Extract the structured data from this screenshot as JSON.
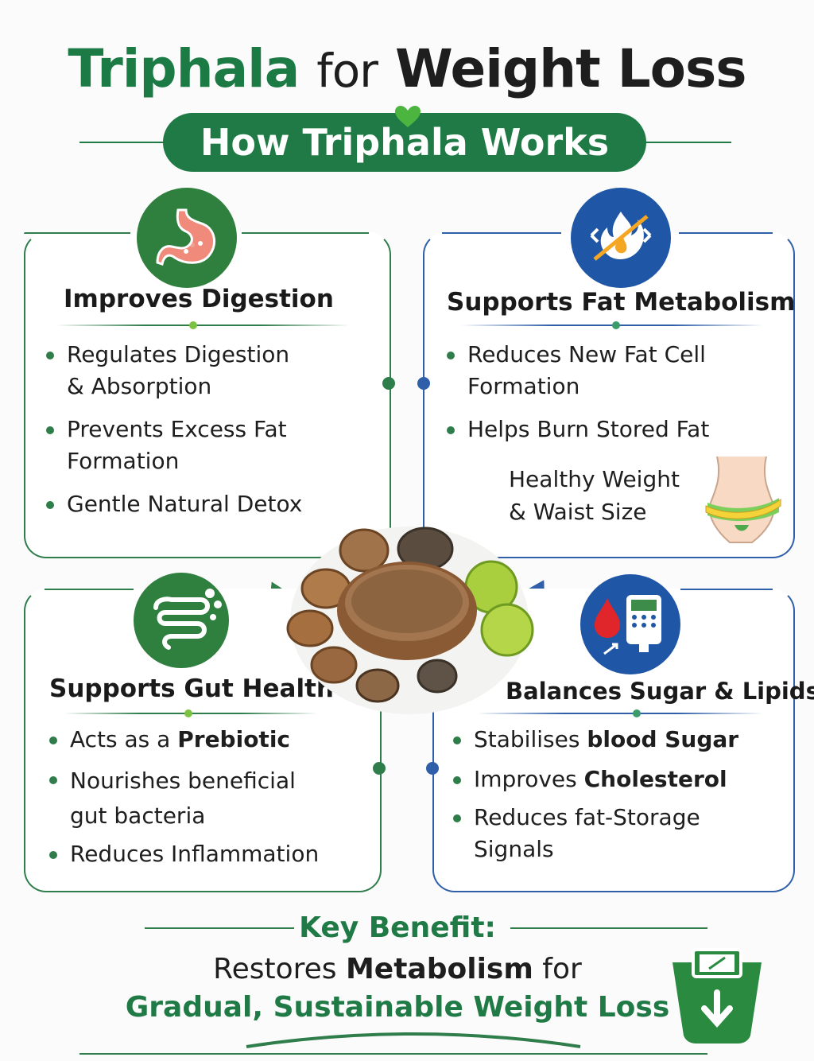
{
  "header": {
    "title_part1": "Triphala",
    "title_part2": "for",
    "title_part3": "Weight Loss",
    "subtitle": "How Triphala Works"
  },
  "cards": {
    "digestion": {
      "title": "Improves Digestion",
      "bullets": [
        "Regulates Digestion",
        "& Absorption",
        "Prevents Excess Fat",
        "Formation",
        "Gentle Natural Detox"
      ]
    },
    "fat": {
      "title": "Supports Fat Metabolism",
      "bullets": [
        "Reduces New Fat Cell",
        "Formation",
        "Helps Burn Stored Fat"
      ],
      "extra": [
        "Healthy Weight",
        "& Waist Size"
      ]
    },
    "gut": {
      "title": "Supports Gut Health",
      "b1_pre": "Acts as a ",
      "b1_bold": "Prebiotic",
      "b2": [
        "Nourishes beneficial",
        "gut bacteria"
      ],
      "b3": "Reduces Inflammation"
    },
    "sugar": {
      "title": "Balances Sugar & Lipids",
      "b1_pre": "Stabilises ",
      "b1_bold": "blood Sugar",
      "b2_pre": "Improves ",
      "b2_bold": "Cholesterol",
      "b3": [
        "Reduces fat-Storage",
        "Signals"
      ]
    }
  },
  "footer": {
    "key_title": "Key Benefit:",
    "line1_pre": "Restores ",
    "line1_bold": "Metabolism",
    "line1_post": " for",
    "line2": "Gradual, Sustainable Weight Loss"
  },
  "colors": {
    "green": "#1f7a45",
    "blue": "#2e5fa8",
    "dark": "#1e1e1e"
  },
  "icons": [
    "heart-icon",
    "stomach-icon",
    "fat-burn-icon",
    "intestine-icon",
    "blood-glucose-icon",
    "waist-measure-icon",
    "weighing-scale-icon"
  ]
}
